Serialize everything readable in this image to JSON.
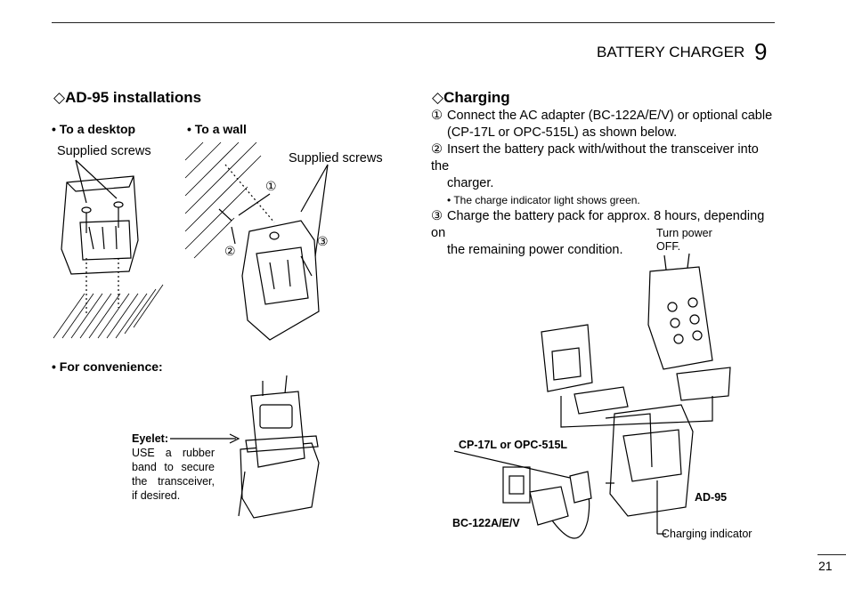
{
  "header": {
    "chapter_title": "BATTERY CHARGER",
    "chapter_number": "9"
  },
  "left": {
    "section_title": "◇AD-95 installations",
    "desktop_head": "• To a desktop",
    "wall_head": "• To a wall",
    "desktop_screws_label": "Supplied screws",
    "wall_screws_label": "Supplied screws",
    "wall_step_marks": [
      "①",
      "②",
      "③"
    ],
    "convenience_head": "• For convenience:",
    "eyelet_title": "Eyelet:",
    "eyelet_lines": [
      "USE a rubber",
      "band to secure",
      "the transceiver,",
      "if desired."
    ]
  },
  "right": {
    "section_title": "◇Charging",
    "steps": [
      {
        "num": "①",
        "text": "Connect the AC adapter (BC-122A/E/V) or optional cable",
        "cont": "(CP-17L or OPC-515L) as shown below."
      },
      {
        "num": "②",
        "text": "Insert the battery pack with/without the transceiver into the",
        "cont": "charger."
      },
      {
        "num": "③",
        "text": "Charge the battery pack for approx. 8 hours, depending on",
        "cont": "the remaining power condition."
      }
    ],
    "step2_note": "• The charge indicator light shows green.",
    "turn_power": [
      "Turn power",
      "OFF."
    ],
    "cable_label": "CP-17L or OPC-515L",
    "adapter_label": "BC-122A/E/V",
    "charger_label": "AD-95",
    "indicator_label": "Charging indicator"
  },
  "footer": {
    "page_number": "21"
  }
}
